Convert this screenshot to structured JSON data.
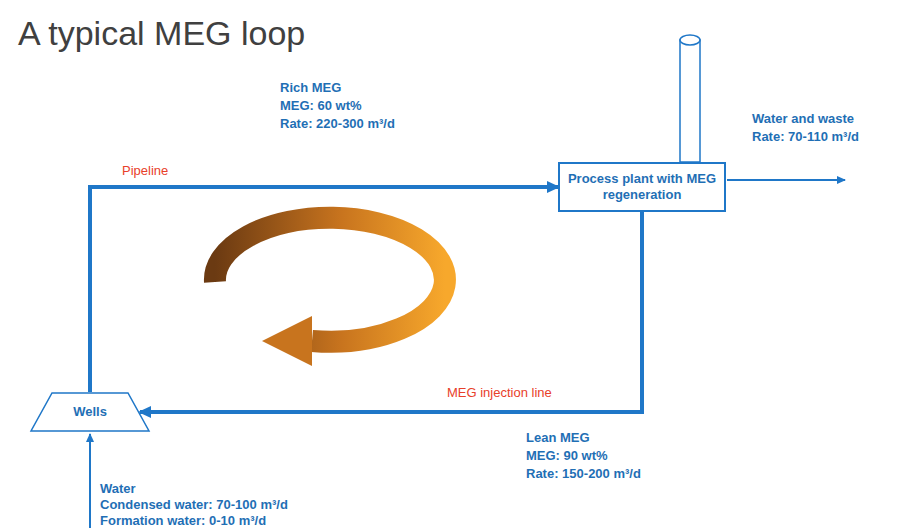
{
  "diagram": {
    "title": "A typical MEG loop",
    "nodes": [
      {
        "text": [
          "Process plant with MEG regeneration"
        ]
      },
      {
        "text": [
          "Wells"
        ]
      }
    ],
    "edges": [
      {
        "from": 1,
        "to": 0,
        "arrow": "to",
        "label": "Pipeline"
      },
      {
        "from": 0,
        "to": 1,
        "arrow": "to",
        "label": "MEG injection line"
      }
    ],
    "labels": [
      "Rich MEG",
      "MEG: 60 wt%",
      "Rate: 220-300 m³/d",
      "Water and waste",
      "Rate: 70-110 m³/d",
      "Lean MEG",
      "MEG: 90 wt%",
      "Rate: 150-200 m³/d",
      "Water",
      "Condensed water: 70-100 m³/d",
      "Formation water: 0-10 m³/d"
    ]
  }
}
